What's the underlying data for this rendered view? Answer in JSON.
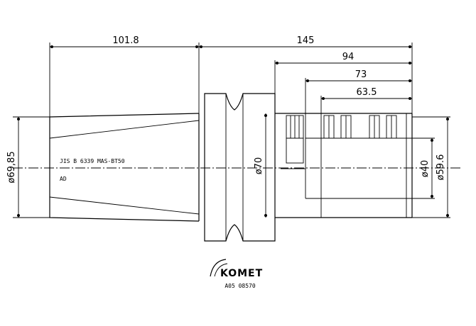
{
  "dimensions": {
    "d1": "101.8",
    "d2": "145",
    "d3": "94",
    "d4": "73",
    "d5": "63.5",
    "dia_left": "ø69,85",
    "dia_mid": "ø70",
    "dia_bore": "ø40",
    "dia_right": "ø59.6"
  },
  "annotations": {
    "spec": "JIS B 6339 MAS-BT50",
    "code": "AD"
  },
  "logo": {
    "brand": "KOMET",
    "part_number": "A05 08570"
  }
}
